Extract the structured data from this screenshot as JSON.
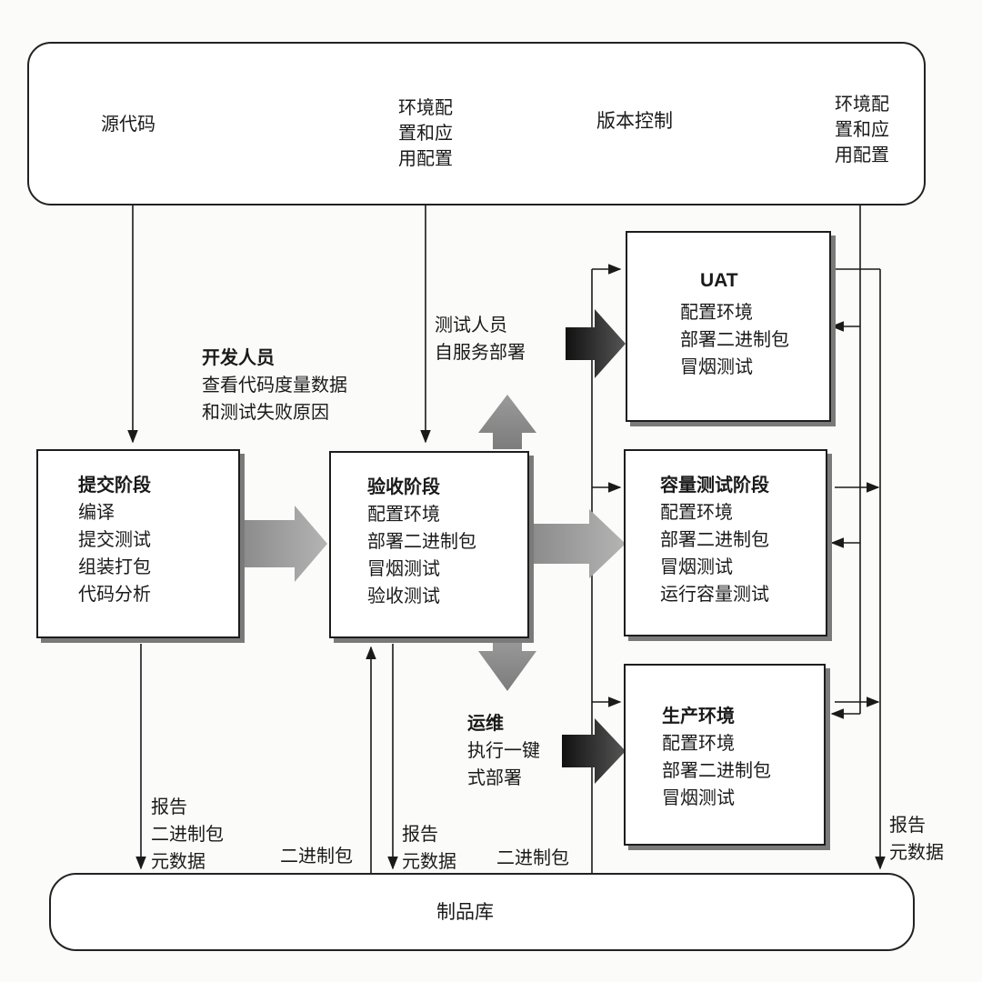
{
  "version_control": {
    "title": "版本控制",
    "source_code": "源代码",
    "env_config_1": [
      "环境配",
      "置和应",
      "用配置"
    ],
    "env_config_2": [
      "环境配",
      "置和应",
      "用配置"
    ]
  },
  "roles": {
    "developer": {
      "title": "开发人员",
      "line1": "查看代码度量数据",
      "line2": "和测试失败原因"
    },
    "tester": {
      "title": "测试人员",
      "line1": "自服务部署"
    },
    "ops": {
      "title": "运维",
      "line1": "执行一键",
      "line2": "式部署"
    }
  },
  "stages": {
    "commit": {
      "title": "提交阶段",
      "items": [
        "编译",
        "提交测试",
        "组装打包",
        "代码分析"
      ]
    },
    "acceptance": {
      "title": "验收阶段",
      "items": [
        "配置环境",
        "部署二进制包",
        "冒烟测试",
        "验收测试"
      ]
    },
    "uat": {
      "title": "UAT",
      "items": [
        "配置环境",
        "部署二进制包",
        "冒烟测试"
      ]
    },
    "capacity": {
      "title": "容量测试阶段",
      "items": [
        "配置环境",
        "部署二进制包",
        "冒烟测试",
        "运行容量测试"
      ]
    },
    "production": {
      "title": "生产环境",
      "items": [
        "配置环境",
        "部署二进制包",
        "冒烟测试"
      ]
    }
  },
  "flows": {
    "commit_output": [
      "报告",
      "二进制包",
      "元数据"
    ],
    "acceptance_input": "二进制包",
    "acceptance_output": [
      "报告",
      "元数据"
    ],
    "downstream_input": "二进制包",
    "downstream_output": [
      "报告",
      "元数据"
    ]
  },
  "artifact_repository": {
    "title": "制品库"
  },
  "colors": {
    "line": "#1a1a1a",
    "arrow_light": "#a8a8a8",
    "arrow_mid": "#8a8a8a",
    "arrow_dark": "#2a2a2a",
    "shadow": "#7a7a7a"
  }
}
